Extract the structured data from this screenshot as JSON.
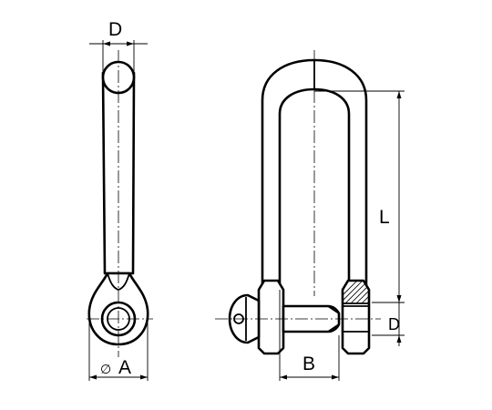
{
  "drawing": {
    "dimensions": {
      "side_width": "D",
      "pin_diameter": "A",
      "diameter_symbol": "∅",
      "inside_length": "L",
      "inside_width": "B",
      "body_diameter": "D"
    }
  }
}
